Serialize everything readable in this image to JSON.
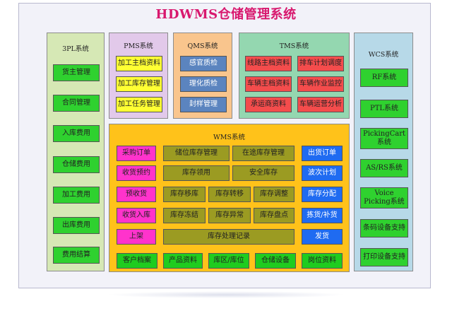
{
  "title": "HDWMS仓储管理系统",
  "panels": {
    "pl3": {
      "title": "3PL系统",
      "items": [
        "货主管理",
        "合同管理",
        "入库费用",
        "仓储费用",
        "加工费用",
        "出库费用",
        "费用结算"
      ]
    },
    "pms": {
      "title": "PMS系统",
      "items": [
        "加工主档资料",
        "加工库存管理",
        "加工任务管理"
      ]
    },
    "qms": {
      "title": "QMS系统",
      "items": [
        "感官质检",
        "理化质检",
        "封样管理"
      ]
    },
    "tms": {
      "title": "TMS系统",
      "items": [
        "线路主档资料",
        "排车计划调度",
        "车辆主档资料",
        "车辆作业监控",
        "承运商资料",
        "车辆运营分析"
      ]
    },
    "wcs": {
      "title": "WCS系统",
      "items": [
        "RF系统",
        "PTL系统",
        "PickingCart系统",
        "AS/RS系统",
        "Voice Picking系统",
        "条码设备支持",
        "打印设备支持"
      ]
    },
    "wms": {
      "title": "WMS系统",
      "left": [
        "采购订单",
        "收货预约",
        "预收货",
        "收货入库",
        "上架"
      ],
      "row1": [
        "储位库存管理",
        "在途库存管理"
      ],
      "row2": [
        "库存领用",
        "安全库存"
      ],
      "row3": [
        "库存移库",
        "库存转移",
        "库存调整"
      ],
      "row4": [
        "库存冻结",
        "库存异常",
        "库存盘点"
      ],
      "row5": [
        "库存处理记录"
      ],
      "right": [
        "出货订单",
        "波次计划",
        "库存分配",
        "拣货/补货",
        "发货"
      ],
      "bottom": [
        "客户档案",
        "产品资料",
        "库区/库位",
        "仓储设备",
        "岗位资料"
      ]
    }
  },
  "colors": {
    "title": "#d8186e",
    "pl3_bg": "#d6e8b5",
    "pms_bg": "#e2c9ea",
    "qms_bg": "#f9c58d",
    "tms_bg": "#94d7b0",
    "wcs_bg": "#b7d9e8",
    "wms_bg": "#ffc21a"
  }
}
